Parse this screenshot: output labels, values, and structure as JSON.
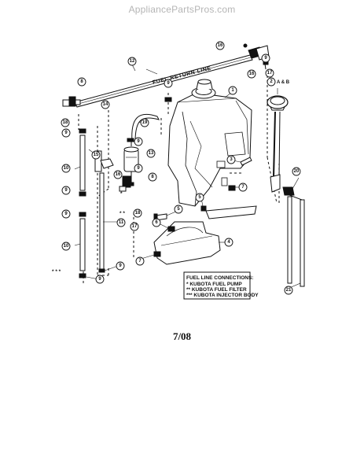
{
  "watermark": "AppliancePartsPros.com",
  "fuel_return_line_label": "FUEL RETURN LINE",
  "callouts": {
    "c1": "1",
    "c2": "2",
    "c2_suffix": "A & B",
    "c3": "3",
    "c4": "4",
    "c5": "5",
    "c6": "6",
    "c7": "7",
    "c8": "8",
    "c9": "9",
    "c10": "10",
    "c11": "11",
    "c12": "12",
    "c13": "13",
    "c14": "14",
    "c15": "15",
    "c16": "16",
    "c17": "17",
    "c18": "18",
    "c19": "19",
    "c20": "20",
    "c21": "21"
  },
  "markers": {
    "single": "*",
    "double": "* *",
    "triple": "* * *"
  },
  "legend": {
    "title": "FUEL LINE CONNECTIONS:",
    "lines": [
      "* KUBOTA FUEL PUMP",
      "** KUBOTA FUEL FILTER",
      "*** KUBOTA INJECTOR BODY"
    ]
  },
  "date_code": "7/08"
}
